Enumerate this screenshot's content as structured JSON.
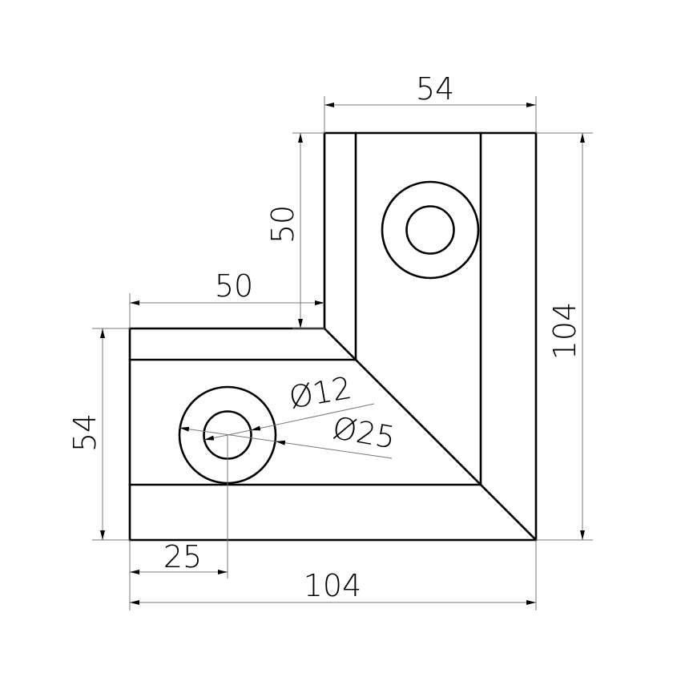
{
  "drawing": {
    "title": "L-shaped corner bracket",
    "dimensions": {
      "top_width": "54",
      "right_height": "104",
      "upper_arm_height": "50",
      "lower_arm_length": "50",
      "left_height": "54",
      "hole_offset": "25",
      "bottom_width": "104",
      "inner_diameter": "Ø12",
      "outer_diameter": "Ø25"
    }
  }
}
